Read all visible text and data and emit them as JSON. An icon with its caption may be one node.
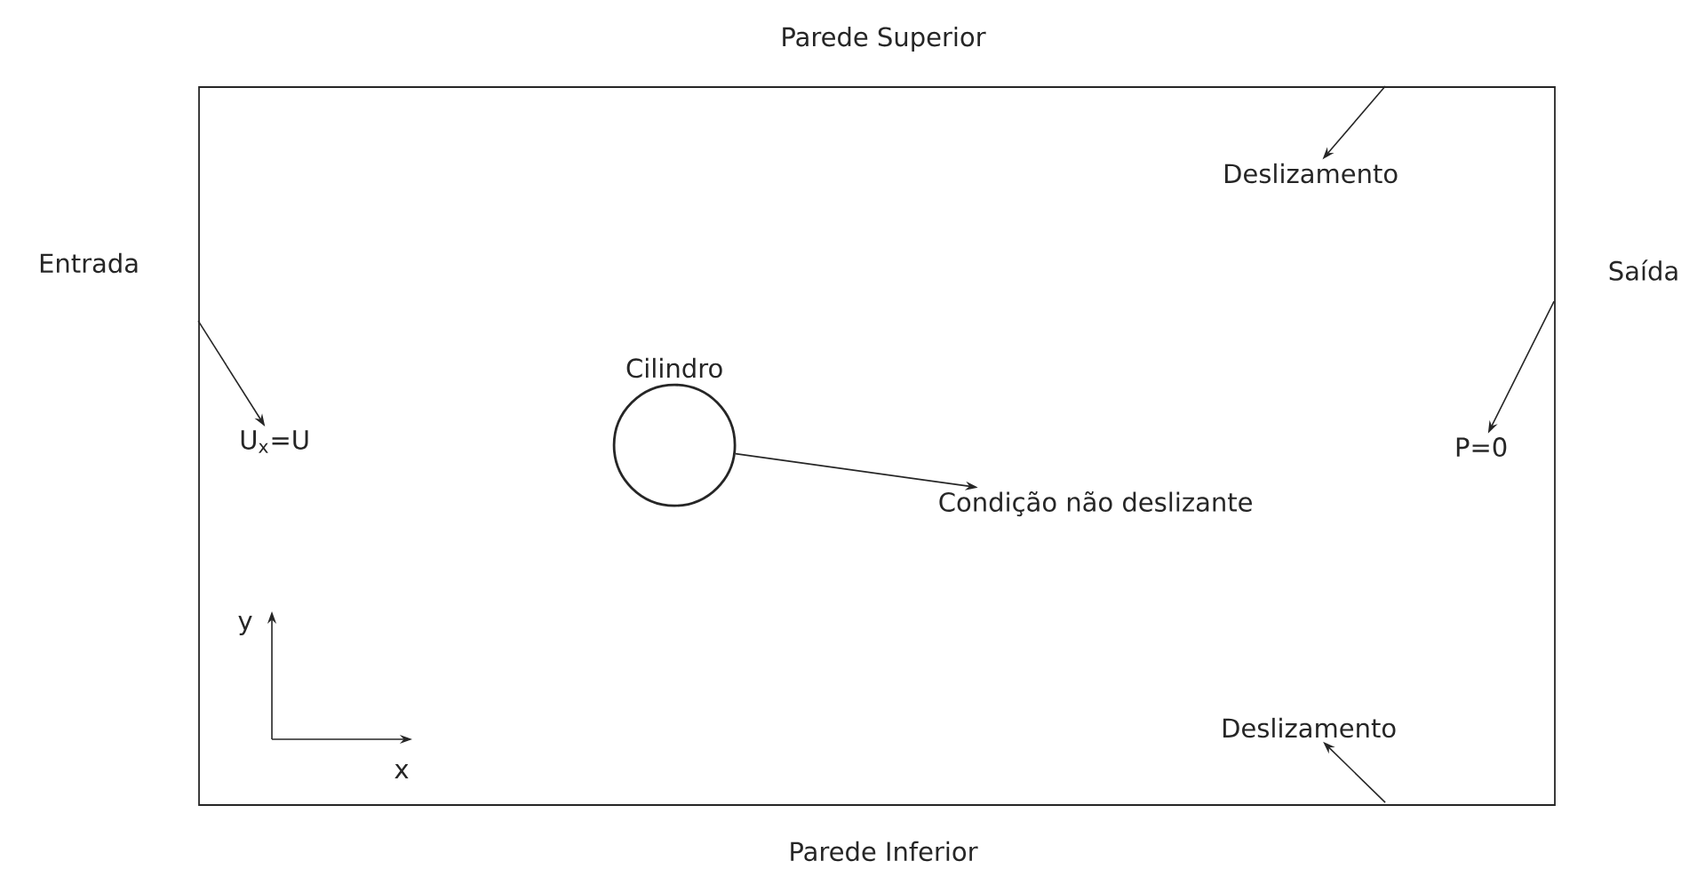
{
  "diagram": {
    "nodes": [
      {
        "text": [],
        "shape": "box"
      },
      {
        "text": [
          "Deslizamento"
        ],
        "in": 0
      },
      {
        "text": [
          "U$_{x}$=U"
        ],
        "in": 0
      },
      {
        "text": [
          "Cilindro"
        ],
        "in": 0
      },
      {
        "text": [
          "Condição não deslizante"
        ],
        "in": 0
      },
      {
        "text": [
          "P=0"
        ],
        "in": 0
      },
      {
        "text": [
          "Deslizamento"
        ],
        "in": 0
      }
    ],
    "edges": [
      {
        "from": 0,
        "to": 1,
        "arrow": "to"
      },
      {
        "from": 0,
        "to": 2,
        "arrow": "to"
      },
      {
        "from": 3,
        "to": 4,
        "arrow": "to"
      },
      {
        "from": 0,
        "to": 5,
        "arrow": "to"
      },
      {
        "from": 0,
        "to": 6,
        "arrow": "to"
      }
    ],
    "labels": [
      "Parede Superior",
      "Entrada",
      "Saída",
      "y",
      "x",
      "Parede Inferior"
    ]
  }
}
